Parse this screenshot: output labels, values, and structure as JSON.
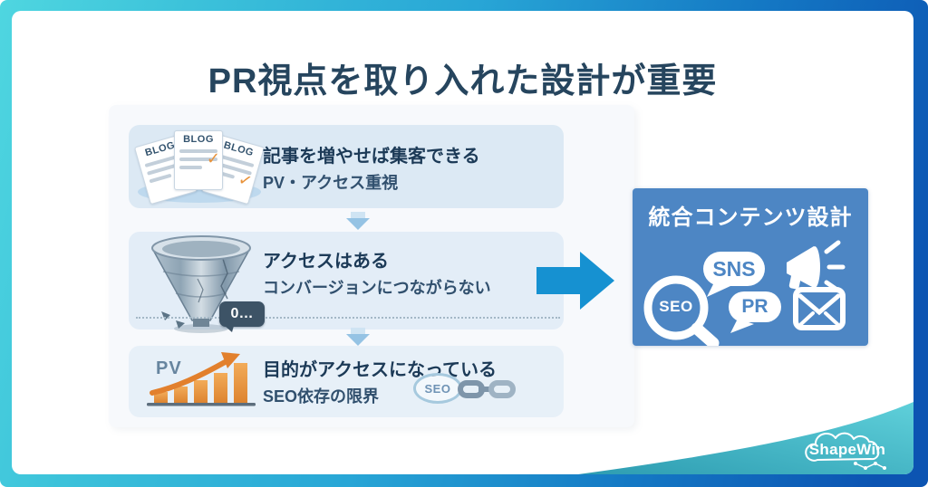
{
  "title": "PR視点を取り入れた設計が重要",
  "steps": [
    {
      "line1": "記事を増やせば集客できる",
      "line2": "PV・アクセス重視"
    },
    {
      "line1": "アクセスはある",
      "line2": "コンバージョンにつながらない",
      "zero_badge": "0…"
    },
    {
      "line1": "目的がアクセスになっている",
      "line2": "SEO依存の限界",
      "chart_label": "PV",
      "chain_label": "SEO"
    }
  ],
  "blog_page_label": "BLOG",
  "check_glyph": "✓",
  "result_box": {
    "title": "統合コンテンツ設計",
    "magnifier_label": "SEO",
    "bubble_sns": "SNS",
    "bubble_pr": "PR"
  },
  "logo_text": "ShapeWin",
  "colors": {
    "frame_gradient_start": "#4fd6e0",
    "frame_gradient_end": "#0c54b2",
    "row_background": "#dce9f4",
    "heading_text": "#26455e",
    "body_text": "#1c3a57",
    "result_box_blue": "#4d86c4",
    "flow_arrow_blue": "#1691d1",
    "chart_orange": "#e8953f",
    "swoosh_teal": "#2d9cb1"
  }
}
